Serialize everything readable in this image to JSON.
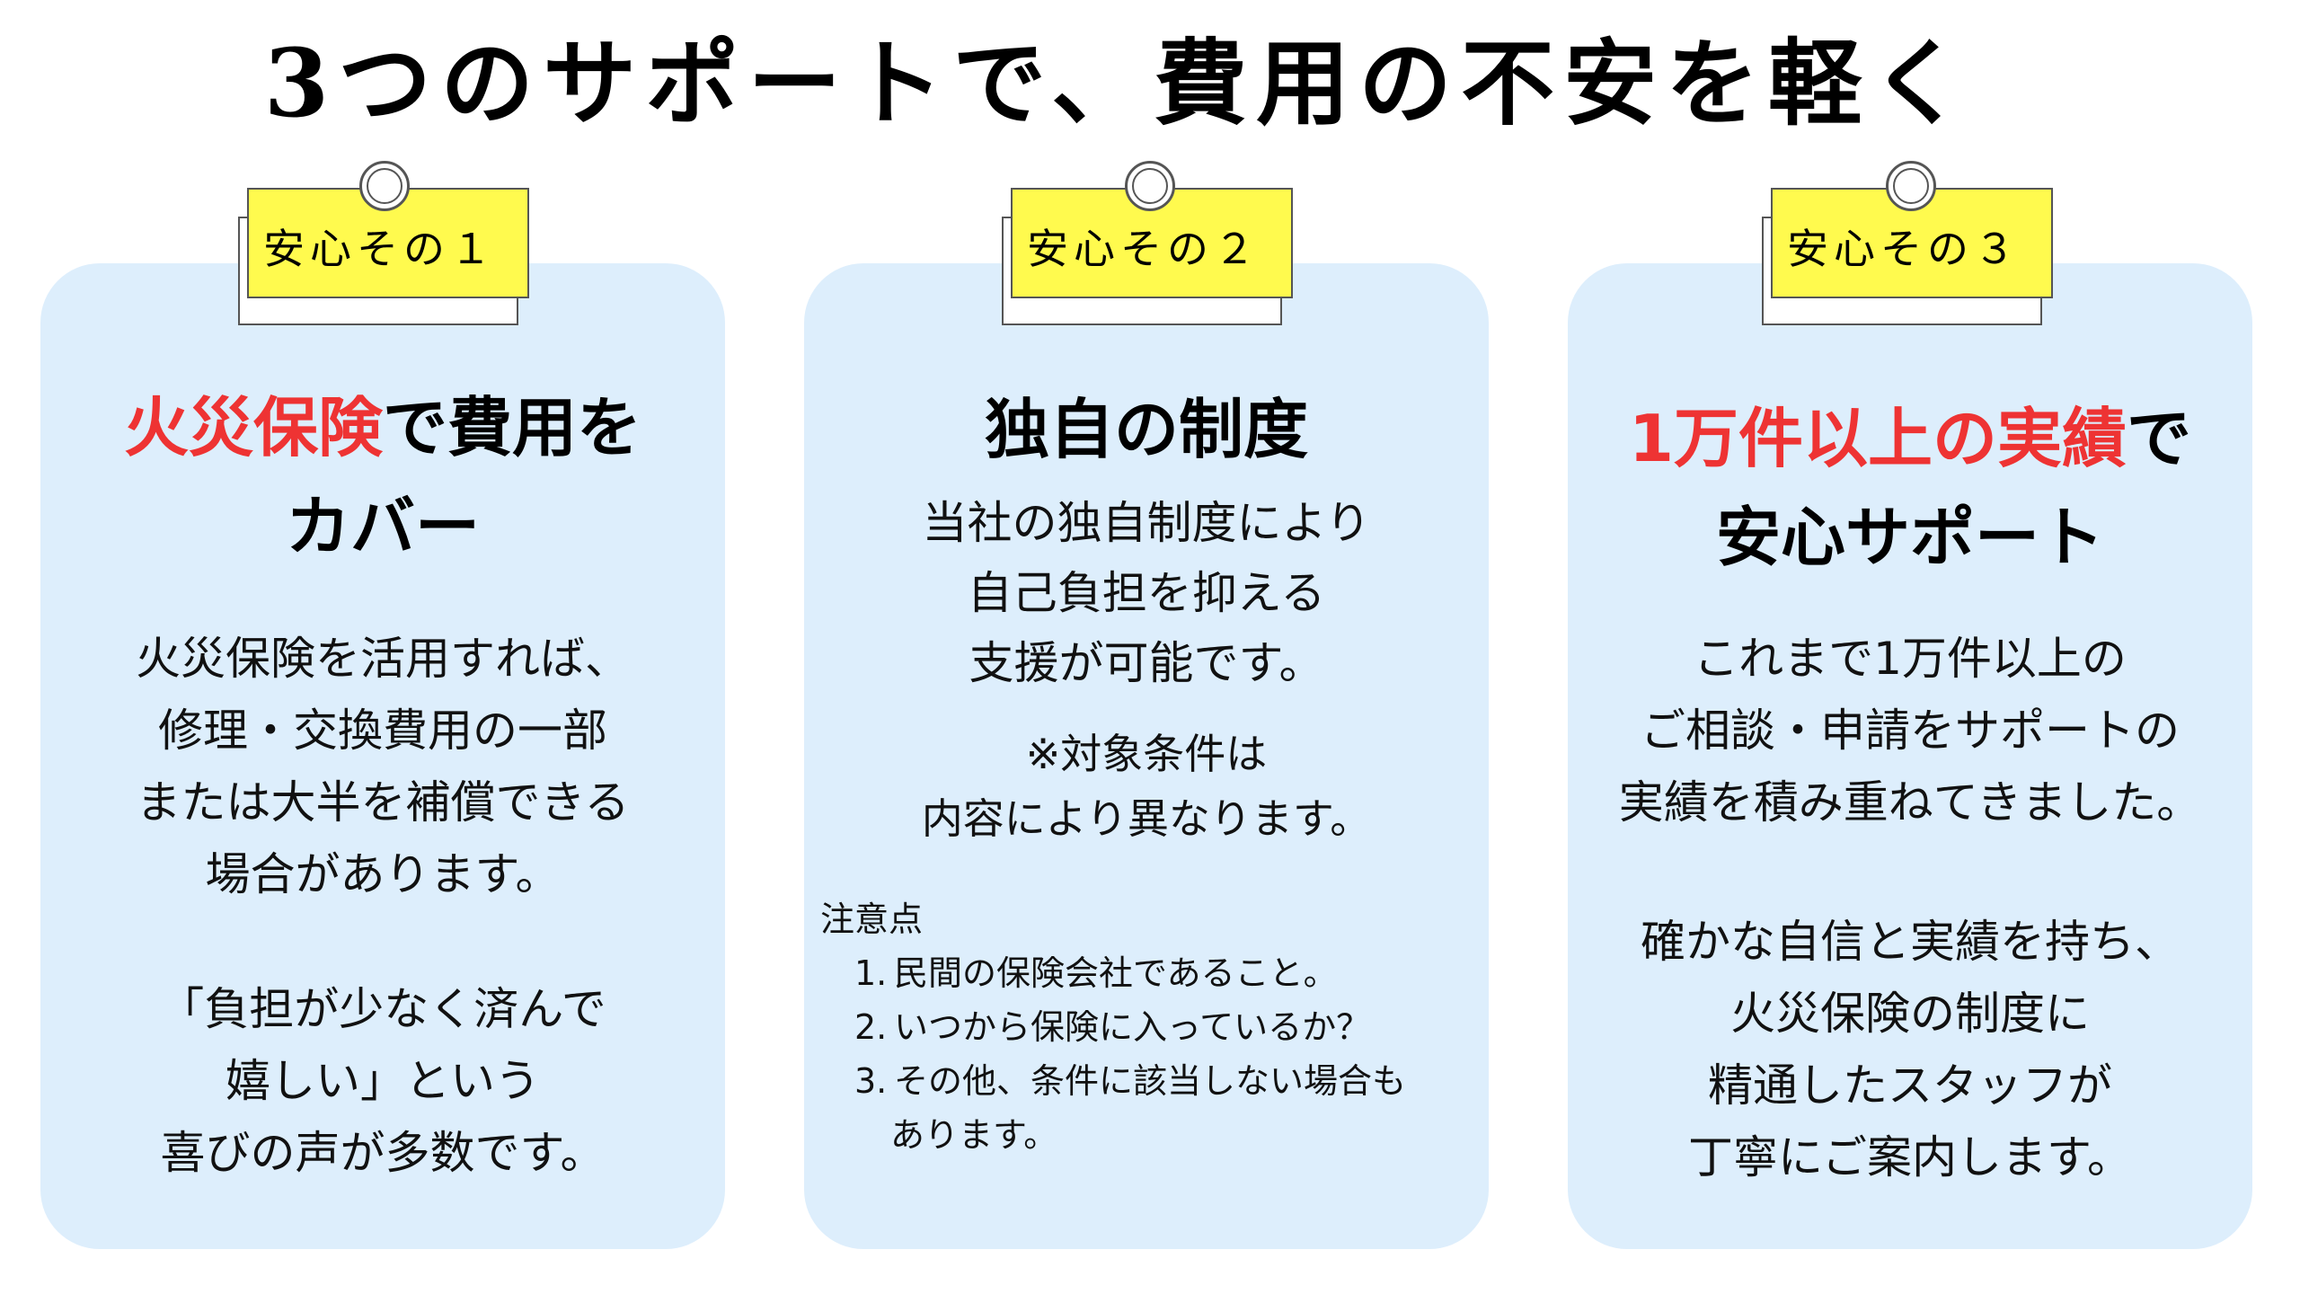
{
  "title": "3つのサポートで、費用の不安を軽く",
  "colors": {
    "card_background": "#DDEEFC",
    "tag_yellow": "#FFFA4E",
    "accent_red": "#EE3333"
  },
  "cards": [
    {
      "tag": "安心その１",
      "headline": {
        "line1_red": "火災保険",
        "line1_black": "で費用を",
        "line2": "カバー"
      },
      "body1": [
        "火災保険を活用すれば、",
        "修理・交換費用の一部",
        "または大半を補償できる",
        "場合があります。"
      ],
      "body2": [
        "「負担が少なく済んで",
        "嬉しい」という",
        "喜びの声が多数です。"
      ]
    },
    {
      "tag": "安心その２",
      "headline": {
        "line1": "独自の制度"
      },
      "body1": [
        "当社の独自制度により",
        "自己負担を抑える",
        "支援が可能です。"
      ],
      "note": [
        "※対象条件は",
        "内容により異なります。"
      ],
      "caution": {
        "heading": "注意点",
        "items": [
          {
            "num": "1.",
            "text": "民間の保険会社であること。"
          },
          {
            "num": "2.",
            "text": "いつから保険に入っているか？"
          },
          {
            "num": "3.",
            "text": "その他、条件に該当しない場合も"
          }
        ],
        "continuation": "あります。"
      }
    },
    {
      "tag": "安心その３",
      "headline": {
        "line1_red": "1万件以上の実績",
        "line1_black": "で",
        "line2": "安心サポート"
      },
      "body1": [
        "これまで1万件以上の",
        "ご相談・申請をサポートの",
        "実績を積み重ねてきました。"
      ],
      "body2": [
        "確かな自信と実績を持ち、",
        "火災保険の制度に",
        "精通したスタッフが",
        "丁寧にご案内します。"
      ]
    }
  ]
}
